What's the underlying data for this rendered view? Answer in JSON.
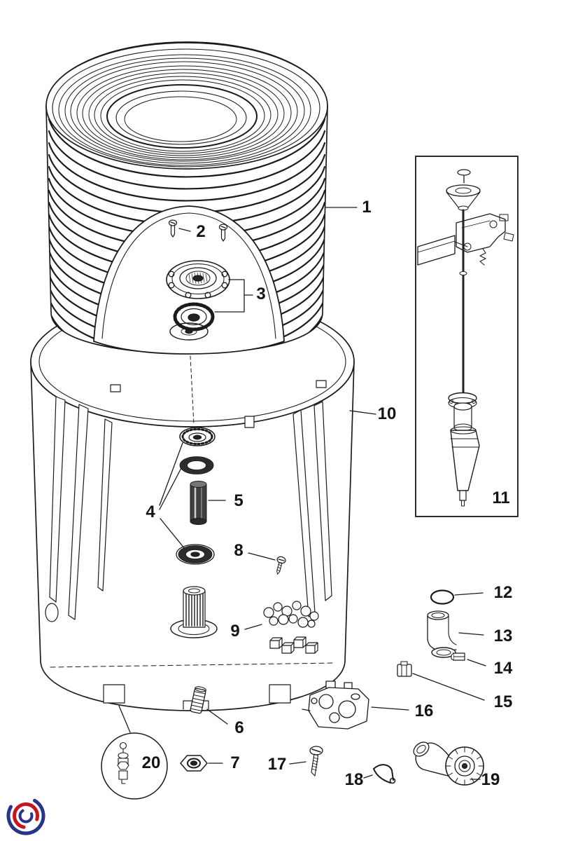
{
  "page": {
    "background_color": "#ffffff",
    "ink_color": "#1b1b1b"
  },
  "diagram": {
    "type": "exploded-parts-diagram",
    "callouts": [
      "1",
      "2",
      "3",
      "4",
      "5",
      "6",
      "7",
      "8",
      "9",
      "10",
      "11",
      "12",
      "13",
      "14",
      "15",
      "16",
      "17",
      "18",
      "19",
      "20"
    ]
  },
  "logo": {
    "blue": "#28348a",
    "red": "#c4161c"
  }
}
